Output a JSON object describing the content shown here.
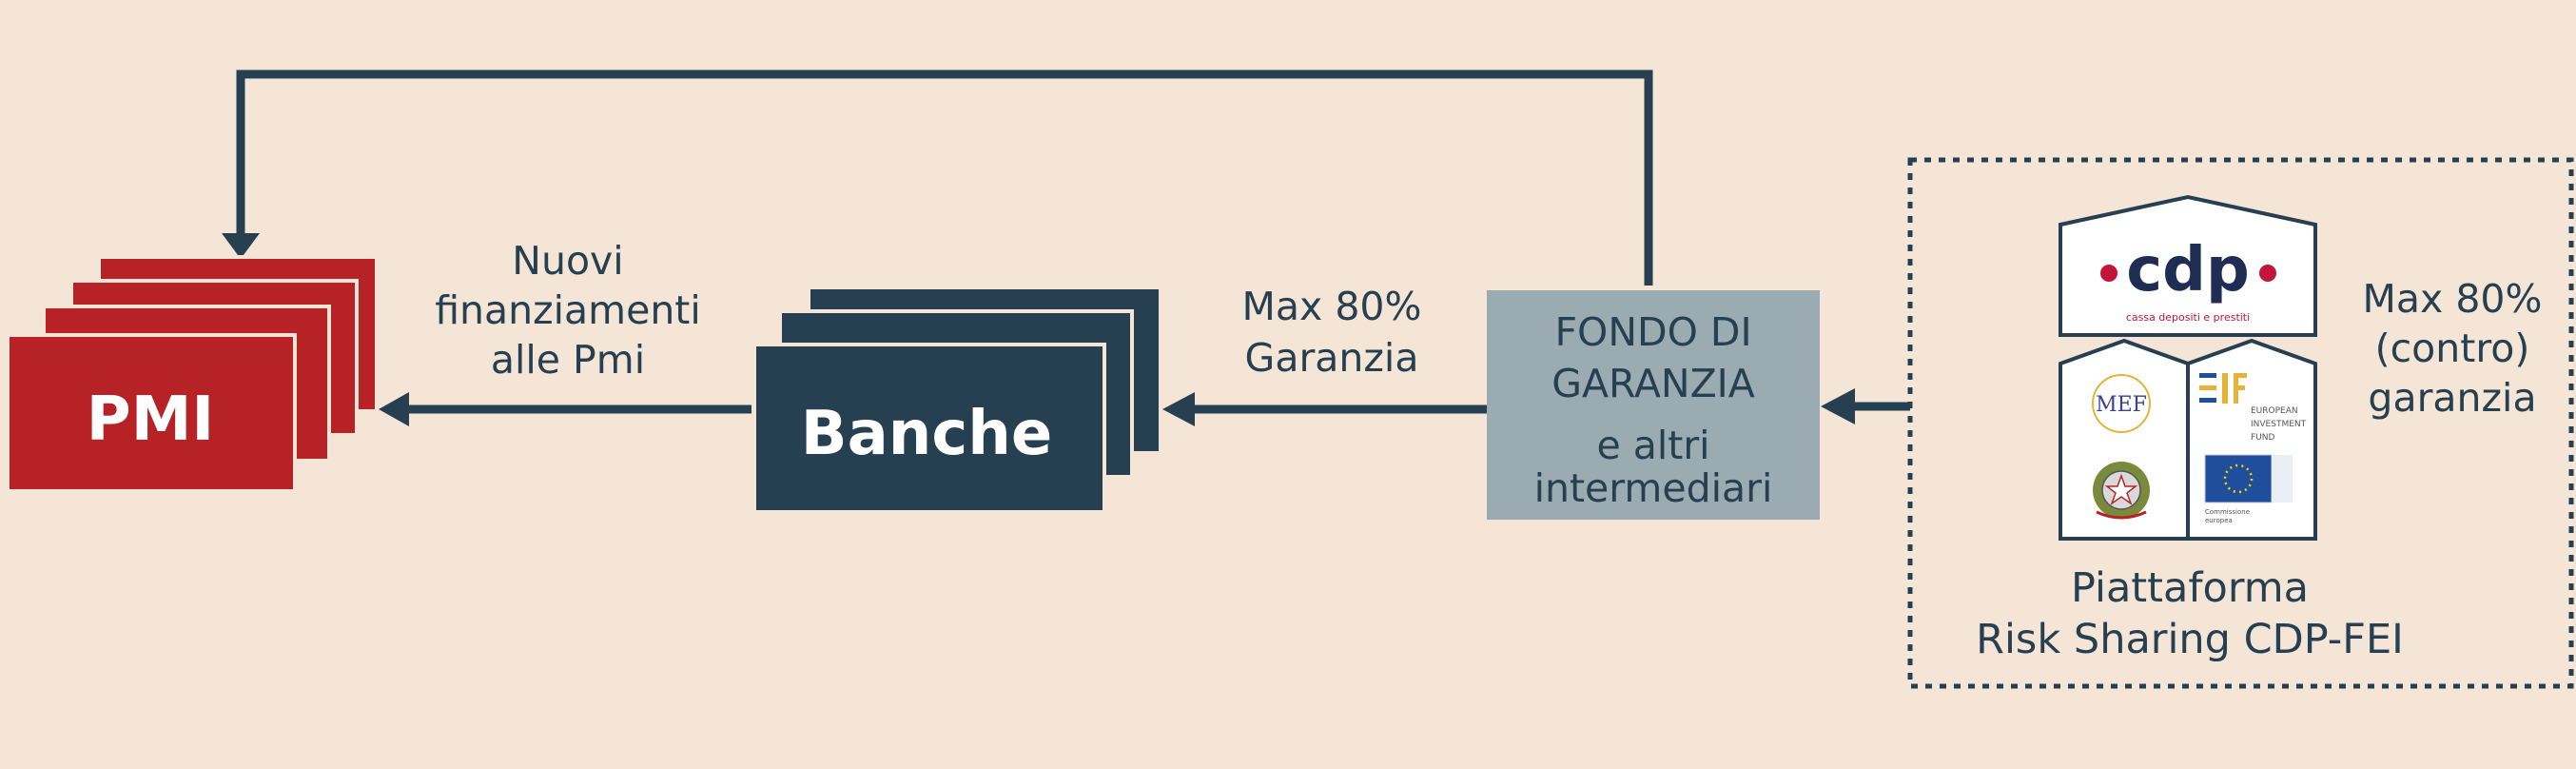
{
  "pmi": {
    "label": "PMI"
  },
  "banks": {
    "label": "Banche"
  },
  "new_loans": {
    "lines": [
      "Nuovi",
      "finanziamenti",
      "alle Pmi"
    ]
  },
  "guarantee": {
    "lines": [
      "Max 80%",
      "Garanzia"
    ]
  },
  "fund": {
    "line1": "FONDO DI",
    "line2": "GARANZIA",
    "line3": "e altri",
    "line4": "intermediari"
  },
  "counter_guarantee": {
    "lines": [
      "Max 80%",
      "(contro)",
      "garanzia"
    ]
  },
  "platform": {
    "line1": "Piattaforma",
    "line2": "Risk Sharing CDP-FEI"
  },
  "logos": {
    "cdp": {
      "name": "cdp",
      "tagline": "cassa depositi e prestiti"
    },
    "mef": {
      "name": "MEF"
    },
    "eif": {
      "lines": [
        "EUROPEAN",
        "INVESTMENT",
        "FUND"
      ]
    },
    "ec": {
      "lines": [
        "Commissione",
        "europea"
      ]
    }
  },
  "colors": {
    "background": "#f4e5d7",
    "navy": "#263f51",
    "red": "#b72227",
    "fund_grey": "#9aabb2",
    "cdp_red": "#c1163a",
    "cdp_navy": "#1f2d55",
    "eif_gold": "#e6b33a",
    "eu_blue": "#1f4f9c"
  }
}
